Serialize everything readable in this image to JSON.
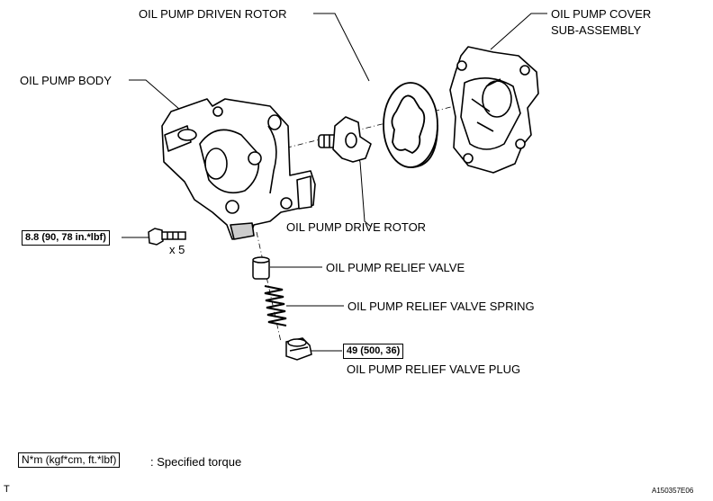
{
  "labels": {
    "driven_rotor": "OIL PUMP DRIVEN ROTOR",
    "cover_line1": "OIL PUMP COVER",
    "cover_line2": "SUB-ASSEMBLY",
    "body": "OIL PUMP BODY",
    "drive_rotor": "OIL PUMP DRIVE ROTOR",
    "relief_valve": "OIL PUMP RELIEF VALVE",
    "relief_spring": "OIL PUMP RELIEF VALVE SPRING",
    "relief_plug": "OIL PUMP RELIEF VALVE PLUG"
  },
  "torque": {
    "bolt_spec": "8.8 (90, 78 in.*lbf)",
    "bolt_qty": "x 5",
    "plug_spec": "49 (500, 36)"
  },
  "legend": {
    "unit_box": "N*m (kgf*cm, ft.*lbf)",
    "description": ": Specified torque"
  },
  "footer": {
    "corner_mark": "T",
    "figure_code": "A150357E06"
  }
}
